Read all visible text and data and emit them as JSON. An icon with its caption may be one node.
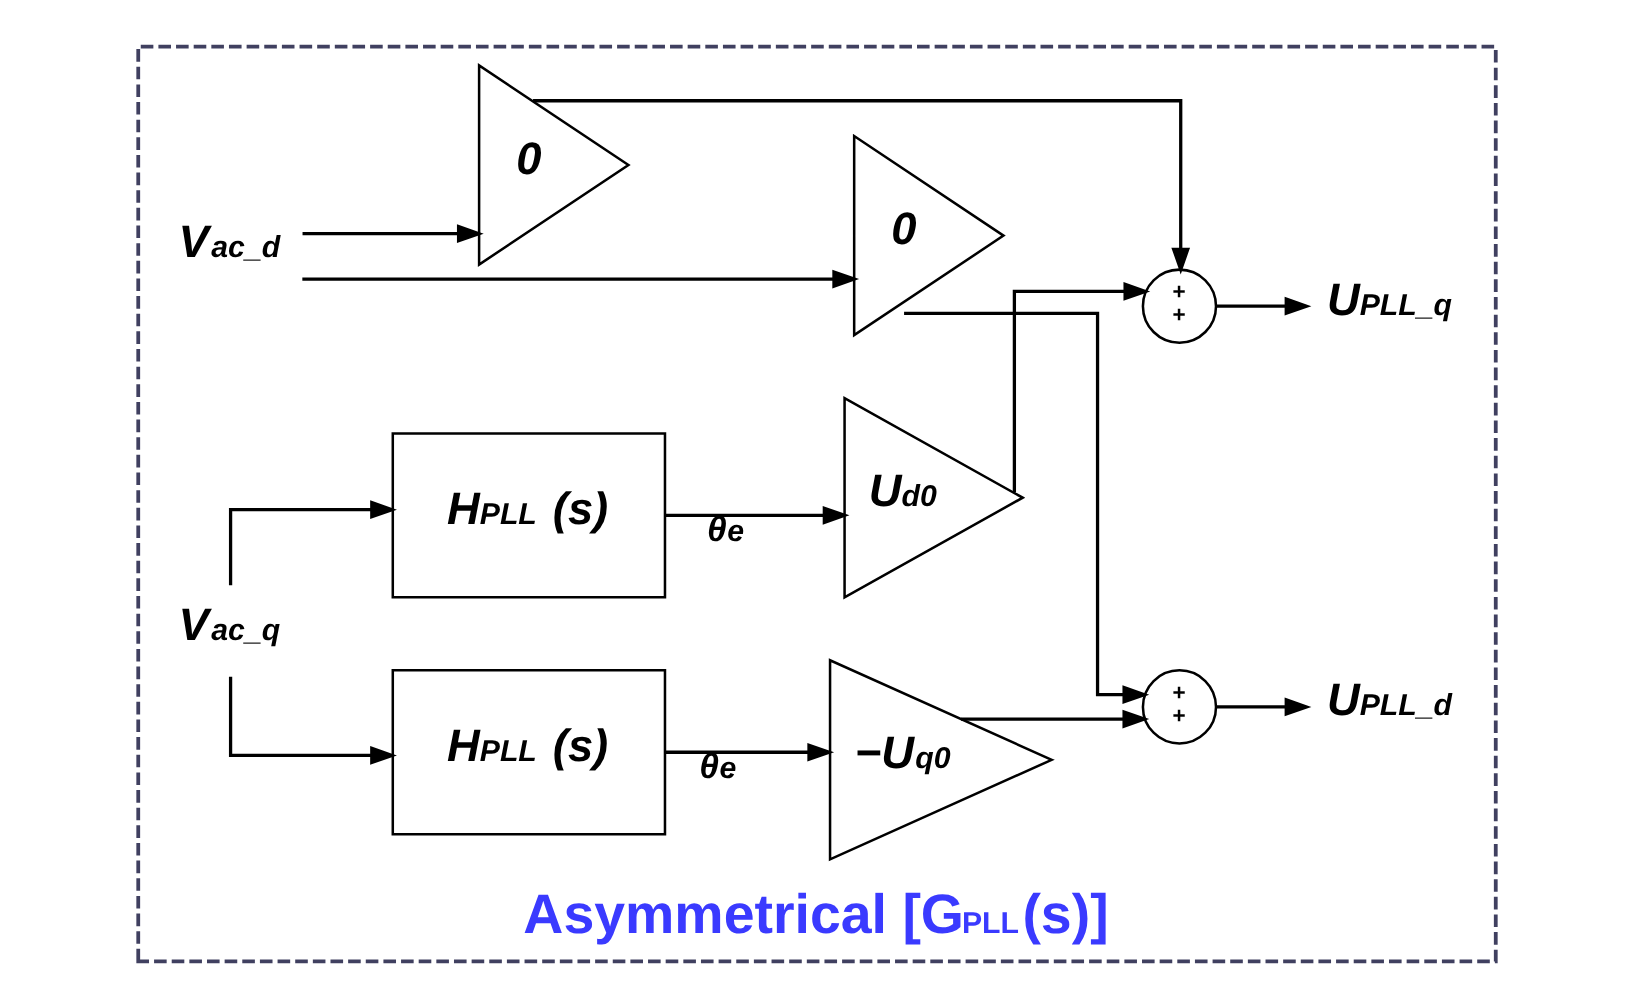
{
  "diagram": {
    "nodes": [
      {
        "text": [
          "Asymmetrical [G$_{PLL}$(s)]"
        ]
      },
      {
        "text": [
          "V$_{ac_d}$"
        ],
        "in": 0
      },
      {
        "text": [
          "V$_{ac_q}$"
        ],
        "in": 0
      },
      {
        "text": [
          "0"
        ],
        "in": 0
      },
      {
        "text": [
          "H$_{PLL}$ (s)"
        ],
        "in": 0
      },
      {
        "text": [
          "−U$_{q0}$"
        ],
        "in": 0
      },
      {
        "text": [
          "0"
        ],
        "in": 0
      },
      {
        "text": [
          "H$_{PLL}$ (s)"
        ],
        "in": 0
      },
      {
        "text": [
          "U$_{d0}$"
        ],
        "in": 0
      },
      {
        "text": [
          "+",
          "+"
        ],
        "in": 0
      },
      {
        "text": [
          "+",
          "+"
        ],
        "in": 0
      },
      {
        "text": [
          "U$_{PLL_d}$"
        ],
        "in": 0
      },
      {
        "text": [
          "U$_{PLL_q}$"
        ],
        "in": 0
      }
    ],
    "edges": [
      {
        "from": 1,
        "to": 3,
        "arrow": "to"
      },
      {
        "from": 1,
        "to": 6,
        "arrow": "to"
      },
      {
        "from": 2,
        "to": 4,
        "arrow": "to"
      },
      {
        "from": 2,
        "to": 7,
        "arrow": "to"
      },
      {
        "from": 4,
        "to": 5,
        "arrow": "to",
        "label": "θ$_{e}$"
      },
      {
        "from": 7,
        "to": 8,
        "arrow": "to",
        "label": "θ$_{e}$"
      },
      {
        "from": 3,
        "to": 9,
        "arrow": "to"
      },
      {
        "from": 5,
        "to": 9,
        "arrow": "to"
      },
      {
        "from": 6,
        "to": 10,
        "arrow": "to"
      },
      {
        "from": 8,
        "to": 10,
        "arrow": "to"
      },
      {
        "from": 9,
        "to": 11,
        "arrow": "to"
      },
      {
        "from": 10,
        "to": 12,
        "arrow": "to"
      }
    ]
  }
}
